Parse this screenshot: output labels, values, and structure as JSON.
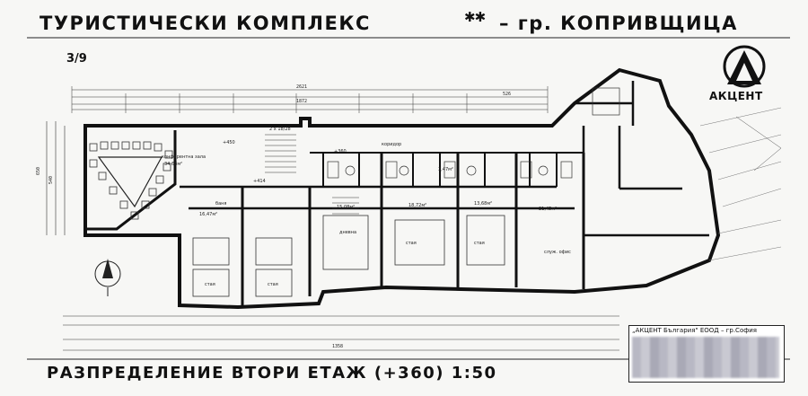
{
  "header": {
    "title": "ТУРИСТИЧЕСКИ КОМПЛЕКС",
    "stars": "✱✱",
    "location": "– гр. КОПРИВЩИЦА",
    "sheet_number": "3/9"
  },
  "logo": {
    "name": "АКЦЕНТ"
  },
  "footer": {
    "drawing_title": "РАЗПРЕДЕЛЕНИЕ ВТОРИ ЕТАЖ (+360) 1:50",
    "company": "„АКЦЕНТ България\" ЕООД – гр.София"
  },
  "dimensions": {
    "overall_top": "2621",
    "inner_top": "1872",
    "segment_right": "526",
    "left_a": "650",
    "left_b": "540",
    "bottom_total": "1358"
  },
  "room_labels": {
    "conference": "конферентна зала",
    "conference_area": "34,68м²",
    "corridor": "коридор",
    "room_a_area": "16,47м²",
    "room_b_area": "18,72м²",
    "room_c_area": "15,08м²",
    "room_d_area": "13,68м²",
    "room_e_area": "21,45м²",
    "bath_area": "3,47м²",
    "staya": "стая",
    "dnevna": "дневна",
    "service_office": "служ. офис",
    "level": "+360",
    "level_b": "+414",
    "level_c": "+450",
    "bath": "баня",
    "stair": "2 х 18/28"
  }
}
